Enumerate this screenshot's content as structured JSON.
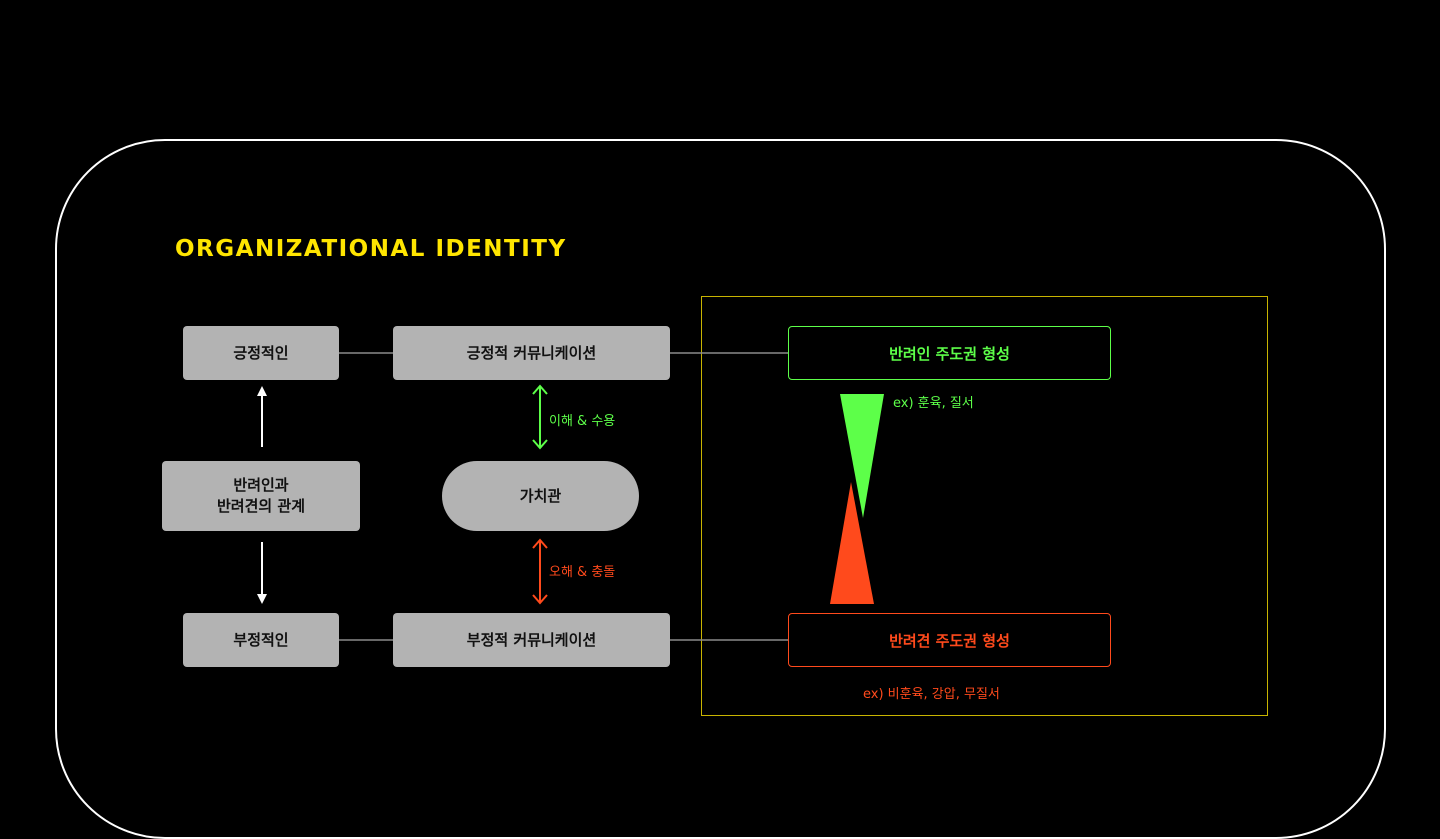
{
  "title": "ORGANIZATIONAL IDENTITY",
  "nodes": {
    "positive": "긍정적인",
    "positive_comm": "긍정적 커뮤니케이션",
    "relationship": "반려인과\n반려견의 관계",
    "values": "가치관",
    "negative": "부정적인",
    "negative_comm": "부정적 커뮤니케이션",
    "owner_lead": "반려인 주도권 형성",
    "dog_lead": "반려견 주도권 형성"
  },
  "labels": {
    "understanding": "이해 & 수용",
    "conflict": "오해 & 충돌",
    "owner_example": "ex) 훈육, 질서",
    "dog_example": "ex) 비훈육, 강압, 무질서"
  },
  "colors": {
    "title": "#ffe500",
    "positive": "#5dff49",
    "negative": "#ff4a1c",
    "box": "#b3b3b3"
  }
}
